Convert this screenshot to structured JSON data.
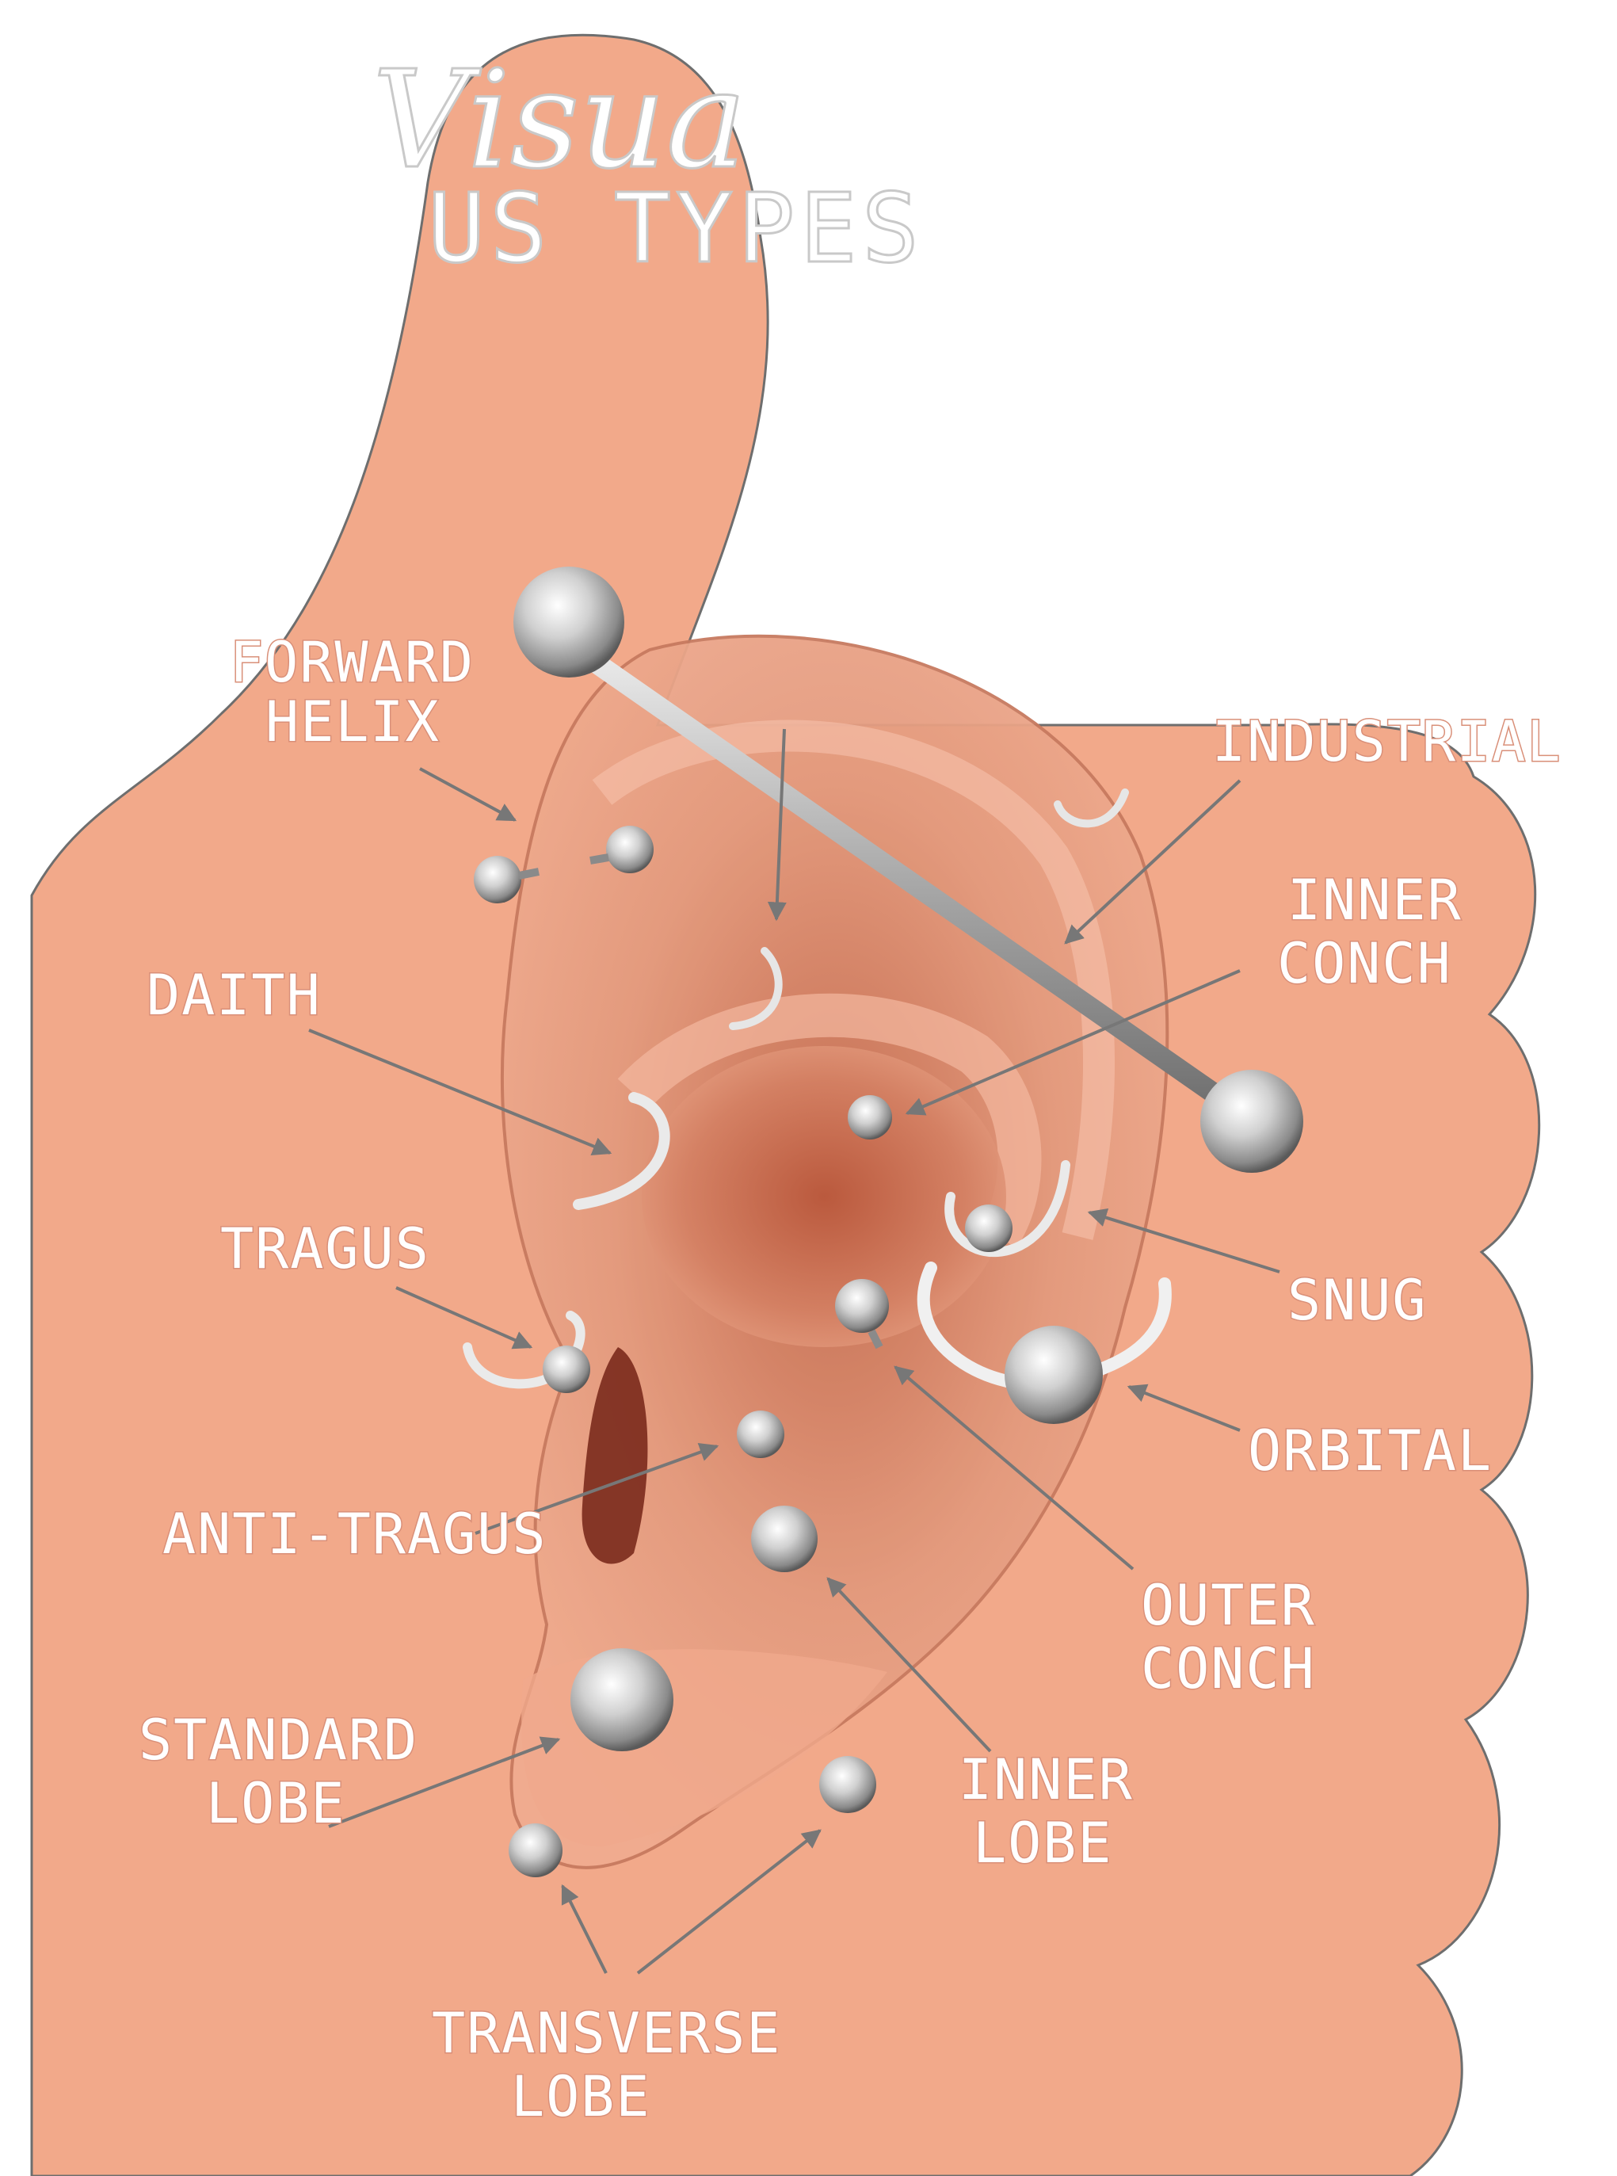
{
  "header": {
    "title": "Visua",
    "subtitle": "US TYPES"
  },
  "colors": {
    "hand_fill": "#f2a98a",
    "hand_outline": "#6e6e6e",
    "ear_base": "#e8a184",
    "ear_shadow": "#b9573b",
    "jewelry": "#c8c8c8",
    "label_text": "#ffffff"
  },
  "labels": {
    "forward_helix": [
      "FORWARD",
      "HELIX"
    ],
    "industrial": [
      "INDUSTRIAL"
    ],
    "inner_conch": [
      "INNER",
      "CONCH"
    ],
    "daith": [
      "DAITH"
    ],
    "tragus": [
      "TRAGUS"
    ],
    "snug": [
      "SNUG"
    ],
    "orbital": [
      "ORBITAL"
    ],
    "anti_tragus": [
      "ANTI-TRAGUS"
    ],
    "outer_conch": [
      "OUTER",
      "CONCH"
    ],
    "standard_lobe": [
      "STANDARD",
      "LOBE"
    ],
    "inner_lobe": [
      "INNER",
      "LOBE"
    ],
    "transverse_lobe": [
      "TRANSVERSE",
      "LOBE"
    ]
  }
}
